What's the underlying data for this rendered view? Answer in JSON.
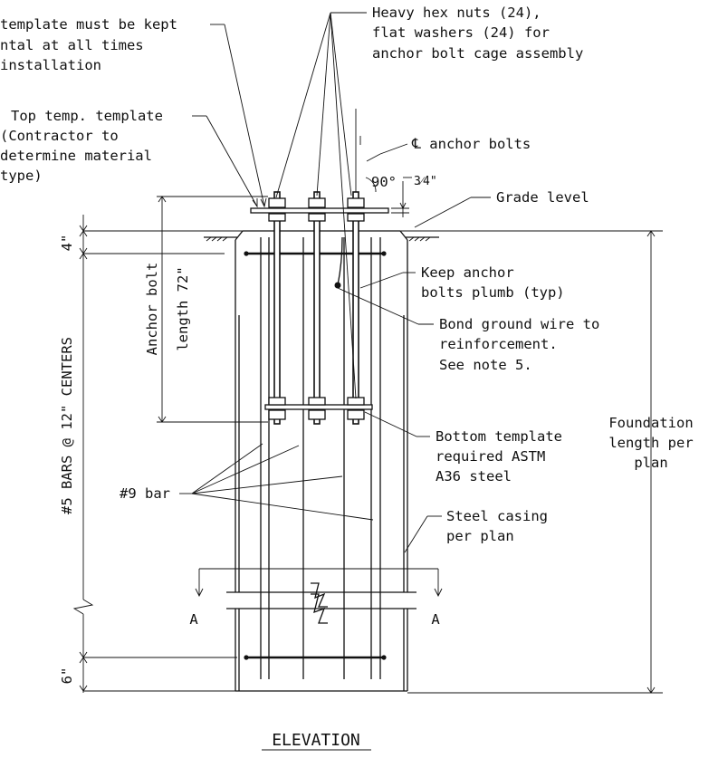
{
  "notes": {
    "template_level": [
      "template must be kept",
      "ntal at all times",
      "installation"
    ],
    "hex_nuts": [
      "Heavy hex nuts (24),",
      "flat washers (24) for",
      "anchor bolt cage assembly"
    ],
    "top_template": [
      "Top temp. template",
      "(Contractor to",
      "determine material",
      "type)"
    ],
    "cl_anchor_bolts": "℄ anchor bolts",
    "angle": "90°",
    "fraction": "3⁄4\"",
    "grade_level": "Grade level",
    "keep_plumb": [
      "Keep anchor",
      "bolts plumb (typ)"
    ],
    "bond_wire": [
      "Bond ground wire to",
      "reinforcement.",
      "See note 5."
    ],
    "bottom_template": [
      "Bottom template",
      "required ASTM",
      "A36 steel"
    ],
    "bar9": "#9 bar",
    "steel_casing": [
      "Steel casing",
      "per plan"
    ],
    "foundation_length": [
      "Foundation",
      "length per",
      "plan"
    ]
  },
  "dimensions": {
    "top": "4\"",
    "bars": "#5 BARS @ 12\" CENTERS",
    "bottom": "6\"",
    "anchor_bolt": [
      "Anchor bolt",
      "length 72\""
    ]
  },
  "section_marks": {
    "left": "A",
    "right": "A"
  },
  "title": "ELEVATION"
}
